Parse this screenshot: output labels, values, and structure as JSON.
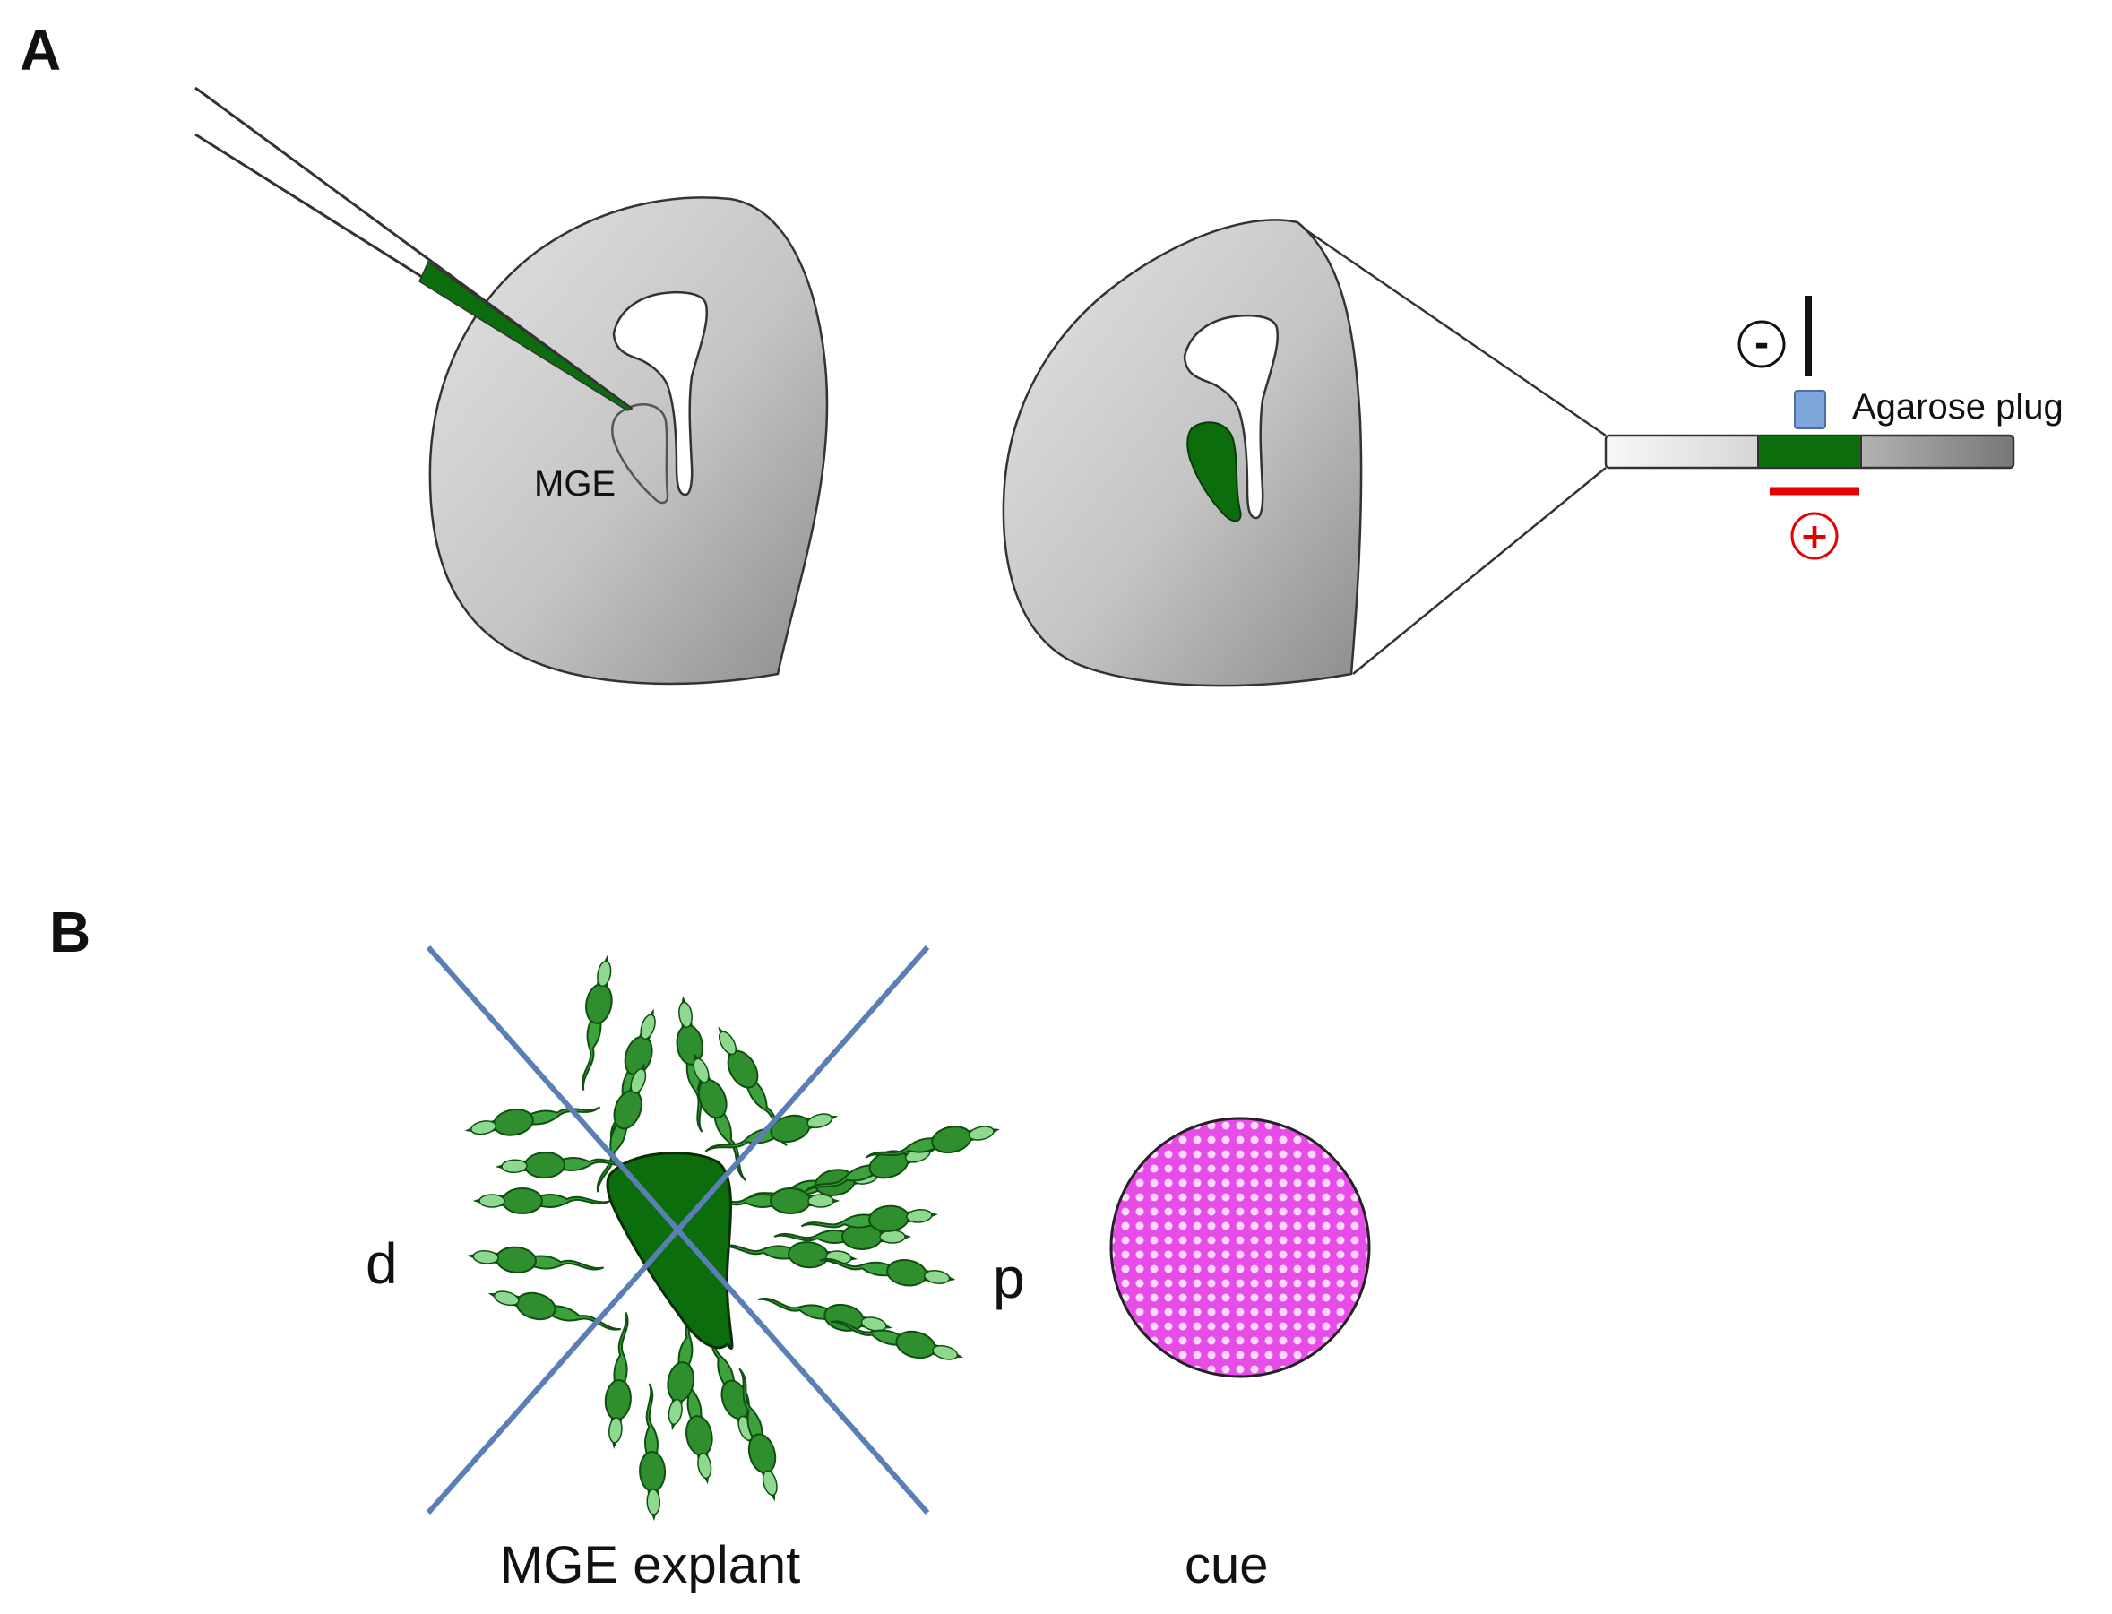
{
  "panel_a": {
    "label": "A",
    "mge_label": "MGE",
    "agarose_label": "Agarose plug",
    "minus_sign": "-",
    "plus_sign": "+"
  },
  "panel_b": {
    "label": "B",
    "left_label": "d",
    "right_label": "p",
    "explant_label": "MGE explant",
    "cue_label": "cue"
  },
  "colors": {
    "green": "#0b6d0b",
    "cell_green": "#2e9a2e",
    "blue_line": "#5b7fb5",
    "magenta": "#e64ce6",
    "red": "#e30000",
    "plug_blue": "#7ea6dd"
  }
}
